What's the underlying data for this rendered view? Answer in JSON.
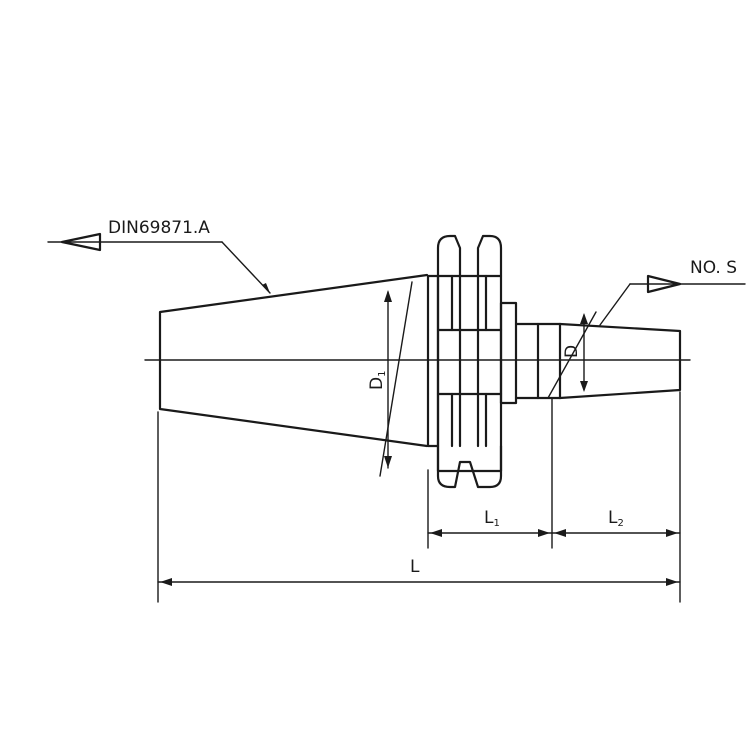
{
  "labels": {
    "standard": "DIN69871.A",
    "no_s": "NO. S",
    "d1_main": "D",
    "d1_sub": "1",
    "d": "D",
    "l1_main": "L",
    "l1_sub": "1",
    "l2_main": "L",
    "l2_sub": "2",
    "l": "L"
  }
}
